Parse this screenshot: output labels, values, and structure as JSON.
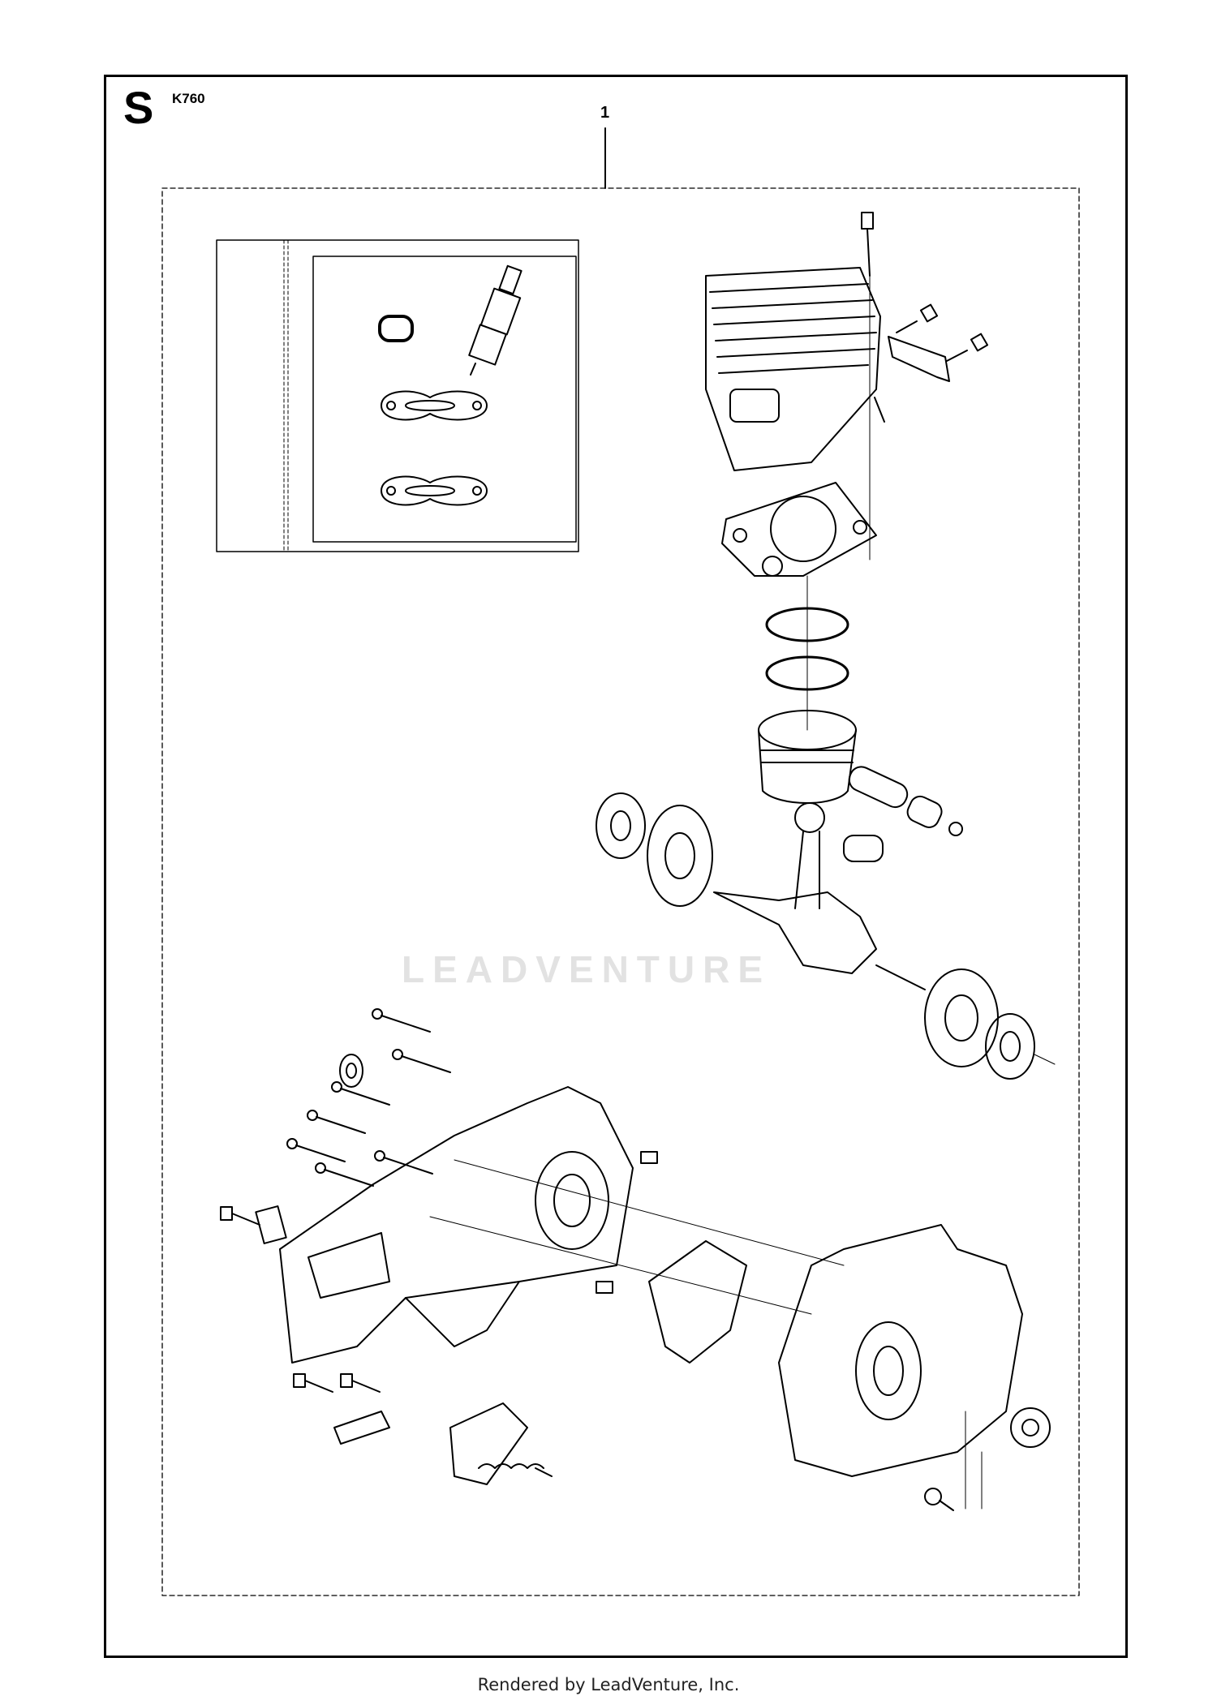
{
  "header": {
    "section_letter": "S",
    "model": "K760",
    "ref_number": "1"
  },
  "watermark": {
    "text": "LEADVENTURE"
  },
  "footer": {
    "text": "Rendered by LeadVenture, Inc."
  },
  "parts": [
    {
      "icon": "spark-plug-icon"
    },
    {
      "icon": "o-ring-icon"
    },
    {
      "icon": "muffler-gasket-icon"
    },
    {
      "icon": "cylinder-icon"
    },
    {
      "icon": "cylinder-gasket-icon"
    },
    {
      "icon": "piston-ring-icon"
    },
    {
      "icon": "piston-icon"
    },
    {
      "icon": "crankshaft-icon"
    },
    {
      "icon": "crankcase-icon"
    },
    {
      "icon": "bolt-icon"
    }
  ]
}
